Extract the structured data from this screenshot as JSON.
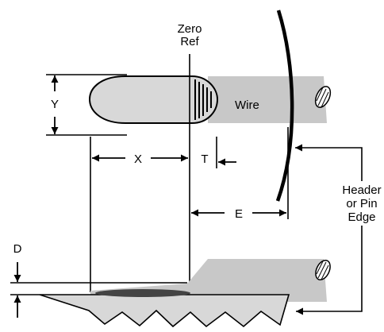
{
  "labels": {
    "zero_ref_line1": "Zero",
    "zero_ref_line2": "Ref",
    "wire": "Wire",
    "y": "Y",
    "x": "X",
    "t": "T",
    "e": "E",
    "d": "D",
    "edge_line1": "Header",
    "edge_line2": "or Pin",
    "edge_line3": "Edge"
  },
  "colors": {
    "wire_fill": "#c8c8c8",
    "wedge_fill": "#d8d8d8",
    "ink": "#000000"
  }
}
